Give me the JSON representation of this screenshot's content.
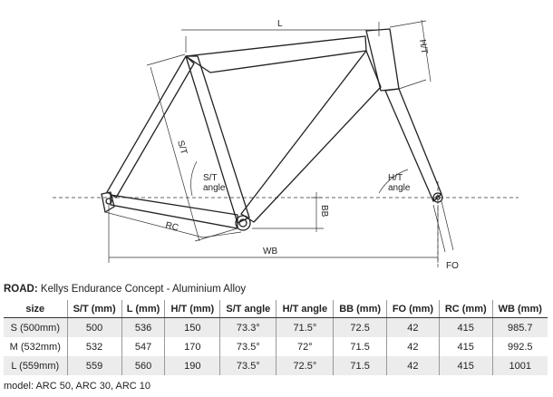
{
  "diagram": {
    "labels": {
      "l": "L",
      "ht": "H/T",
      "st": "S/T",
      "st_angle_1": "S/T",
      "st_angle_2": "angle",
      "ht_angle_1": "H/T",
      "ht_angle_2": "angle",
      "bb": "BB",
      "rc": "RC",
      "wb": "WB",
      "fo": "FO"
    }
  },
  "title": {
    "prefix": "ROAD:",
    "text": "Kellys Endurance Concept - Aluminium Alloy"
  },
  "table": {
    "columns": [
      "size",
      "S/T (mm)",
      "L (mm)",
      "H/T (mm)",
      "S/T angle",
      "H/T angle",
      "BB (mm)",
      "FO (mm)",
      "RC (mm)",
      "WB (mm)"
    ],
    "rows": [
      [
        "S (500mm)",
        "500",
        "536",
        "150",
        "73.3°",
        "71.5°",
        "72.5",
        "42",
        "415",
        "985.7"
      ],
      [
        "M (532mm)",
        "532",
        "547",
        "170",
        "73.5°",
        "72°",
        "71.5",
        "42",
        "415",
        "992.5"
      ],
      [
        "L (559mm)",
        "559",
        "560",
        "190",
        "73.5°",
        "72.5°",
        "71.5",
        "42",
        "415",
        "1001"
      ]
    ]
  },
  "footer": {
    "text": "model: ARC 50, ARC 30, ARC 10"
  }
}
